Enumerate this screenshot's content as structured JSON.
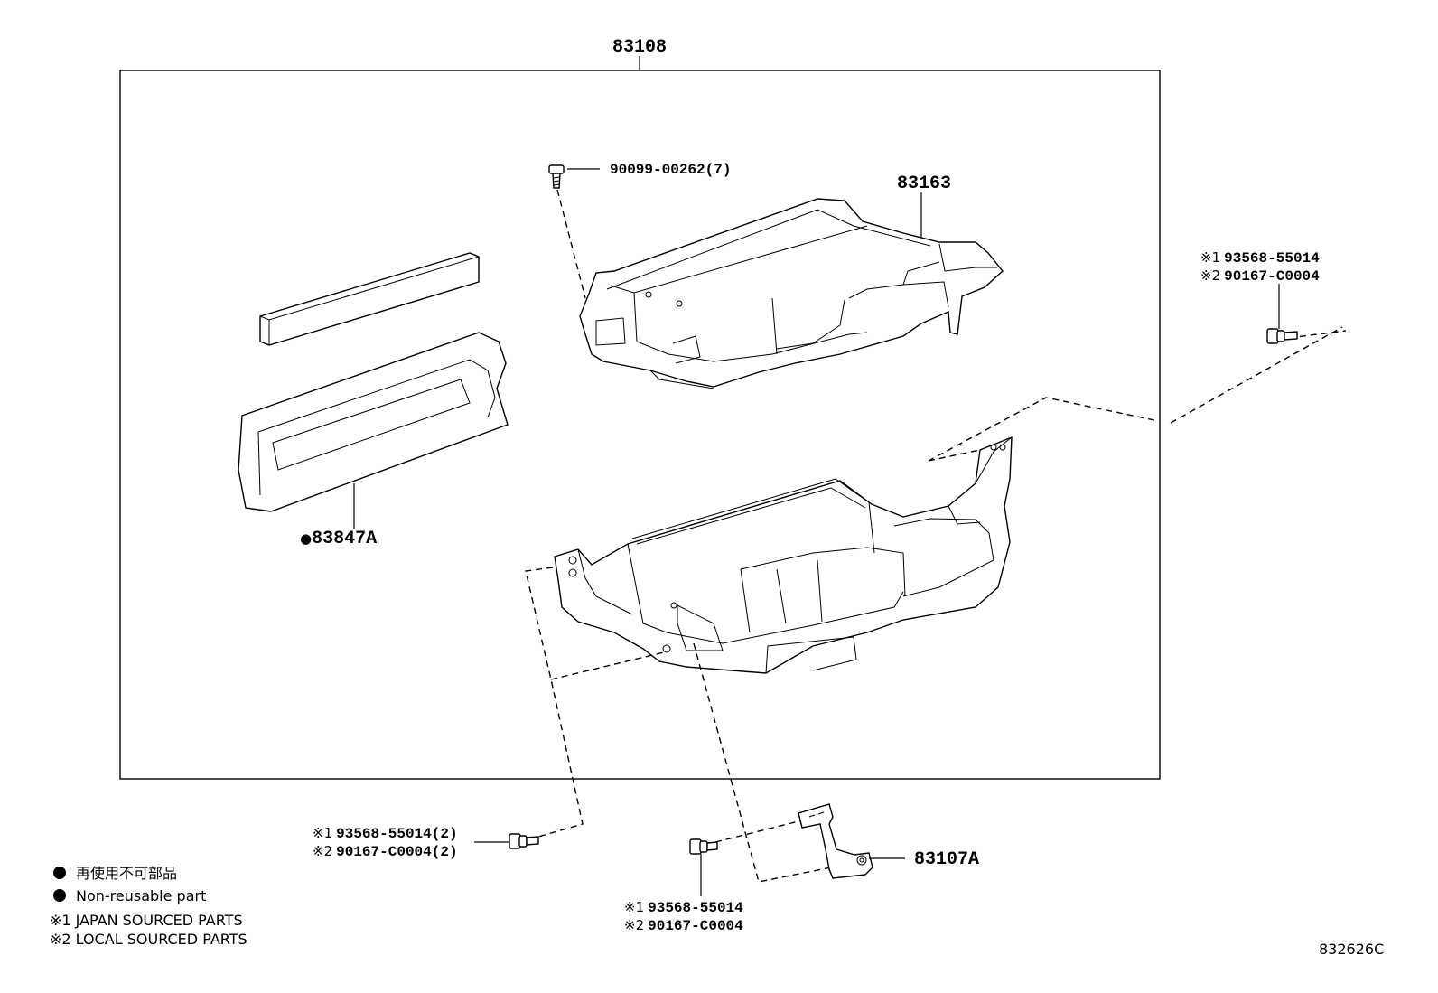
{
  "diagram": {
    "assembly_number": "83108",
    "diagram_code": "832626C",
    "parts": {
      "screw_top": "90099-00262(7)",
      "upper_case": "83163",
      "combo_ring": "83847A",
      "bracket": "83107A",
      "screw_right_1": "93568-55014",
      "screw_right_2": "90167-C0004",
      "screw_bottom_left_1": "93568-55014(2)",
      "screw_bottom_left_2": "90167-C0004(2)",
      "screw_bottom_mid_1": "93568-55014",
      "screw_bottom_mid_2": "90167-C0004"
    },
    "marks": {
      "note1": "※1",
      "note2": "※2",
      "bullet": "●"
    },
    "legend": {
      "non_reusable_jp": "再使用不可部品",
      "non_reusable_en": "Non-reusable part",
      "note1": "※1 JAPAN SOURCED PARTS",
      "note2": "※2 LOCAL SOURCED PARTS"
    }
  }
}
